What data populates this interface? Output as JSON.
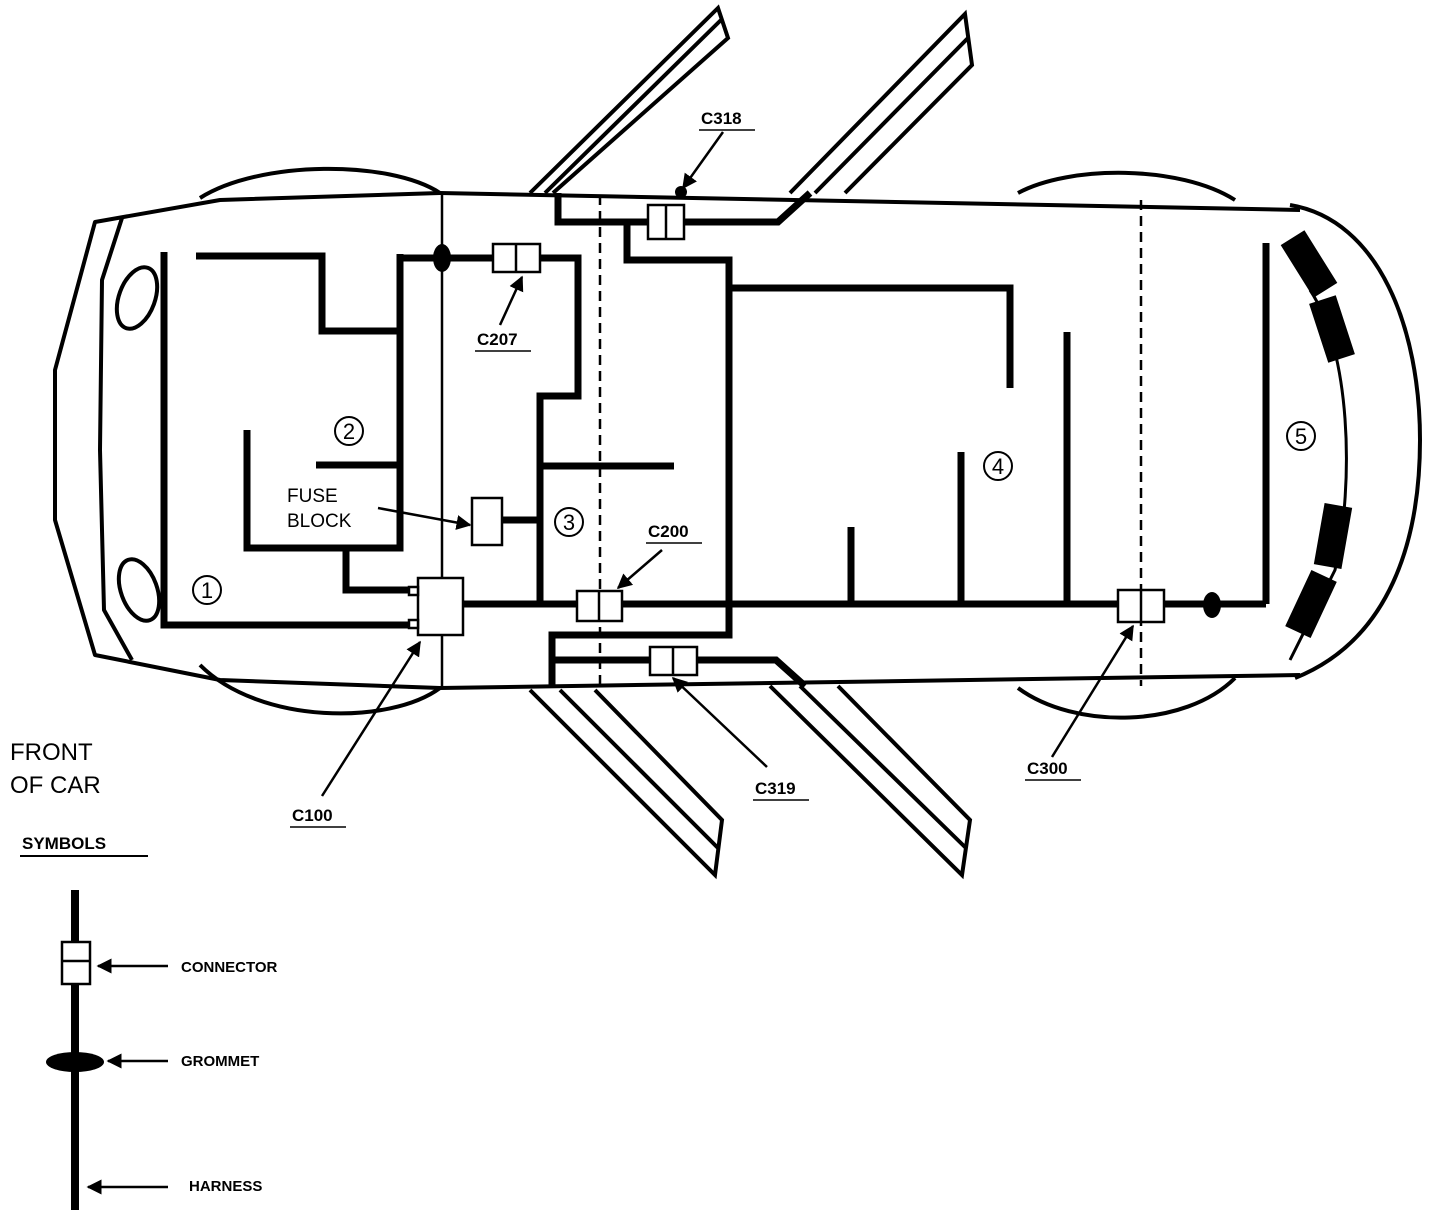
{
  "diagram": {
    "front_label_line1": "FRONT",
    "front_label_line2": "OF CAR",
    "fuse_block_line1": "FUSE",
    "fuse_block_line2": "BLOCK",
    "connectors": {
      "c318": "C318",
      "c207": "C207",
      "c200": "C200",
      "c100": "C100",
      "c319": "C319",
      "c300": "C300"
    },
    "zones": [
      "1",
      "2",
      "3",
      "4",
      "5"
    ]
  },
  "legend": {
    "title": "SYMBOLS",
    "connector": "CONNECTOR",
    "grommet": "GROMMET",
    "harness": "HARNESS"
  }
}
